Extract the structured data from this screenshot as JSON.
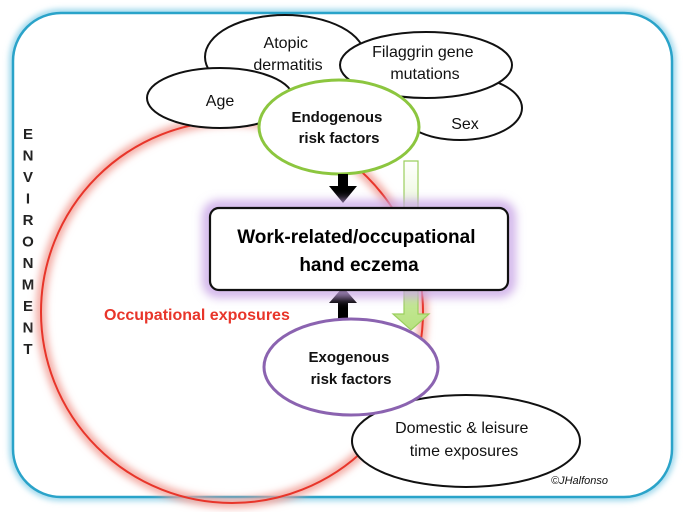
{
  "environment": {
    "label": [
      "E",
      "N",
      "V",
      "I",
      "R",
      "O",
      "N",
      "M",
      "E",
      "N",
      "T"
    ]
  },
  "factors": {
    "atopic_dermatitis": [
      "Atopic",
      "dermatitis"
    ],
    "filaggrin": [
      "Filaggrin gene",
      "mutations"
    ],
    "age": "Age",
    "sex": "Sex",
    "endogenous": [
      "Endogenous",
      "risk factors"
    ],
    "exogenous": [
      "Exogenous",
      "risk factors"
    ],
    "domestic": [
      "Domestic & leisure",
      "time exposures"
    ]
  },
  "central": [
    "Work-related/occupational",
    "hand eczema"
  ],
  "occupational_exposures": "Occupational exposures",
  "copyright": "©JHalfonso",
  "colors": {
    "frame_border": "#2aa3c9",
    "occupational_red": "#e8352a",
    "endogenous_green": "#8cc63f",
    "exogenous_purple": "#8b63b0",
    "central_glow": "#b98ddc",
    "arrow_green": "#c9ec9e"
  }
}
